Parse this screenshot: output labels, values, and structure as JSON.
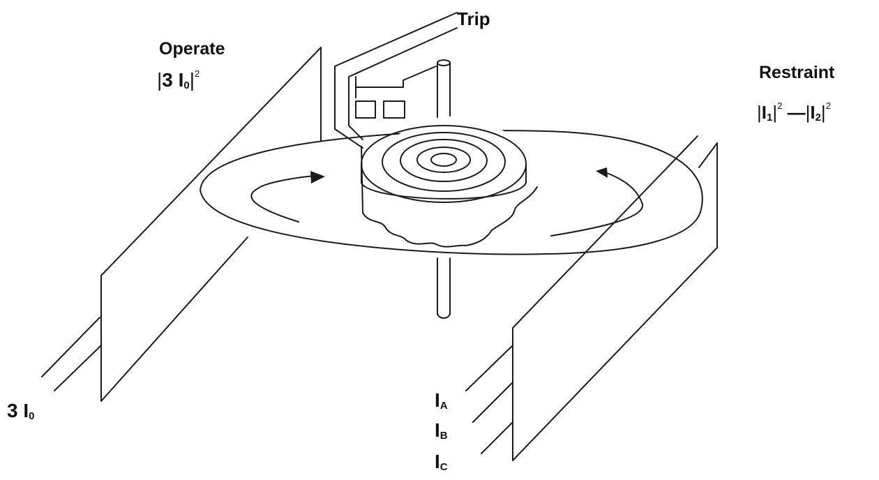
{
  "labels": {
    "trip": "Trip",
    "operate": "Operate",
    "operate_formula": {
      "bar": "|",
      "text": "3 I",
      "sub": "0",
      "sup": "2"
    },
    "restraint": "Restraint",
    "restraint_formula": {
      "term1": {
        "text": "I",
        "sub": "1",
        "sup": "2"
      },
      "minus": "—",
      "term2": {
        "text": "I",
        "sub": "2",
        "sup": "2"
      }
    },
    "input_operate": {
      "text": "3 I",
      "sub": "0"
    },
    "input_a": {
      "text": "I",
      "sub": "A"
    },
    "input_b": {
      "text": "I",
      "sub": "B"
    },
    "input_c": {
      "text": "I",
      "sub": "C"
    }
  },
  "colors": {
    "line": "#1a1a1a",
    "background": "#ffffff"
  }
}
